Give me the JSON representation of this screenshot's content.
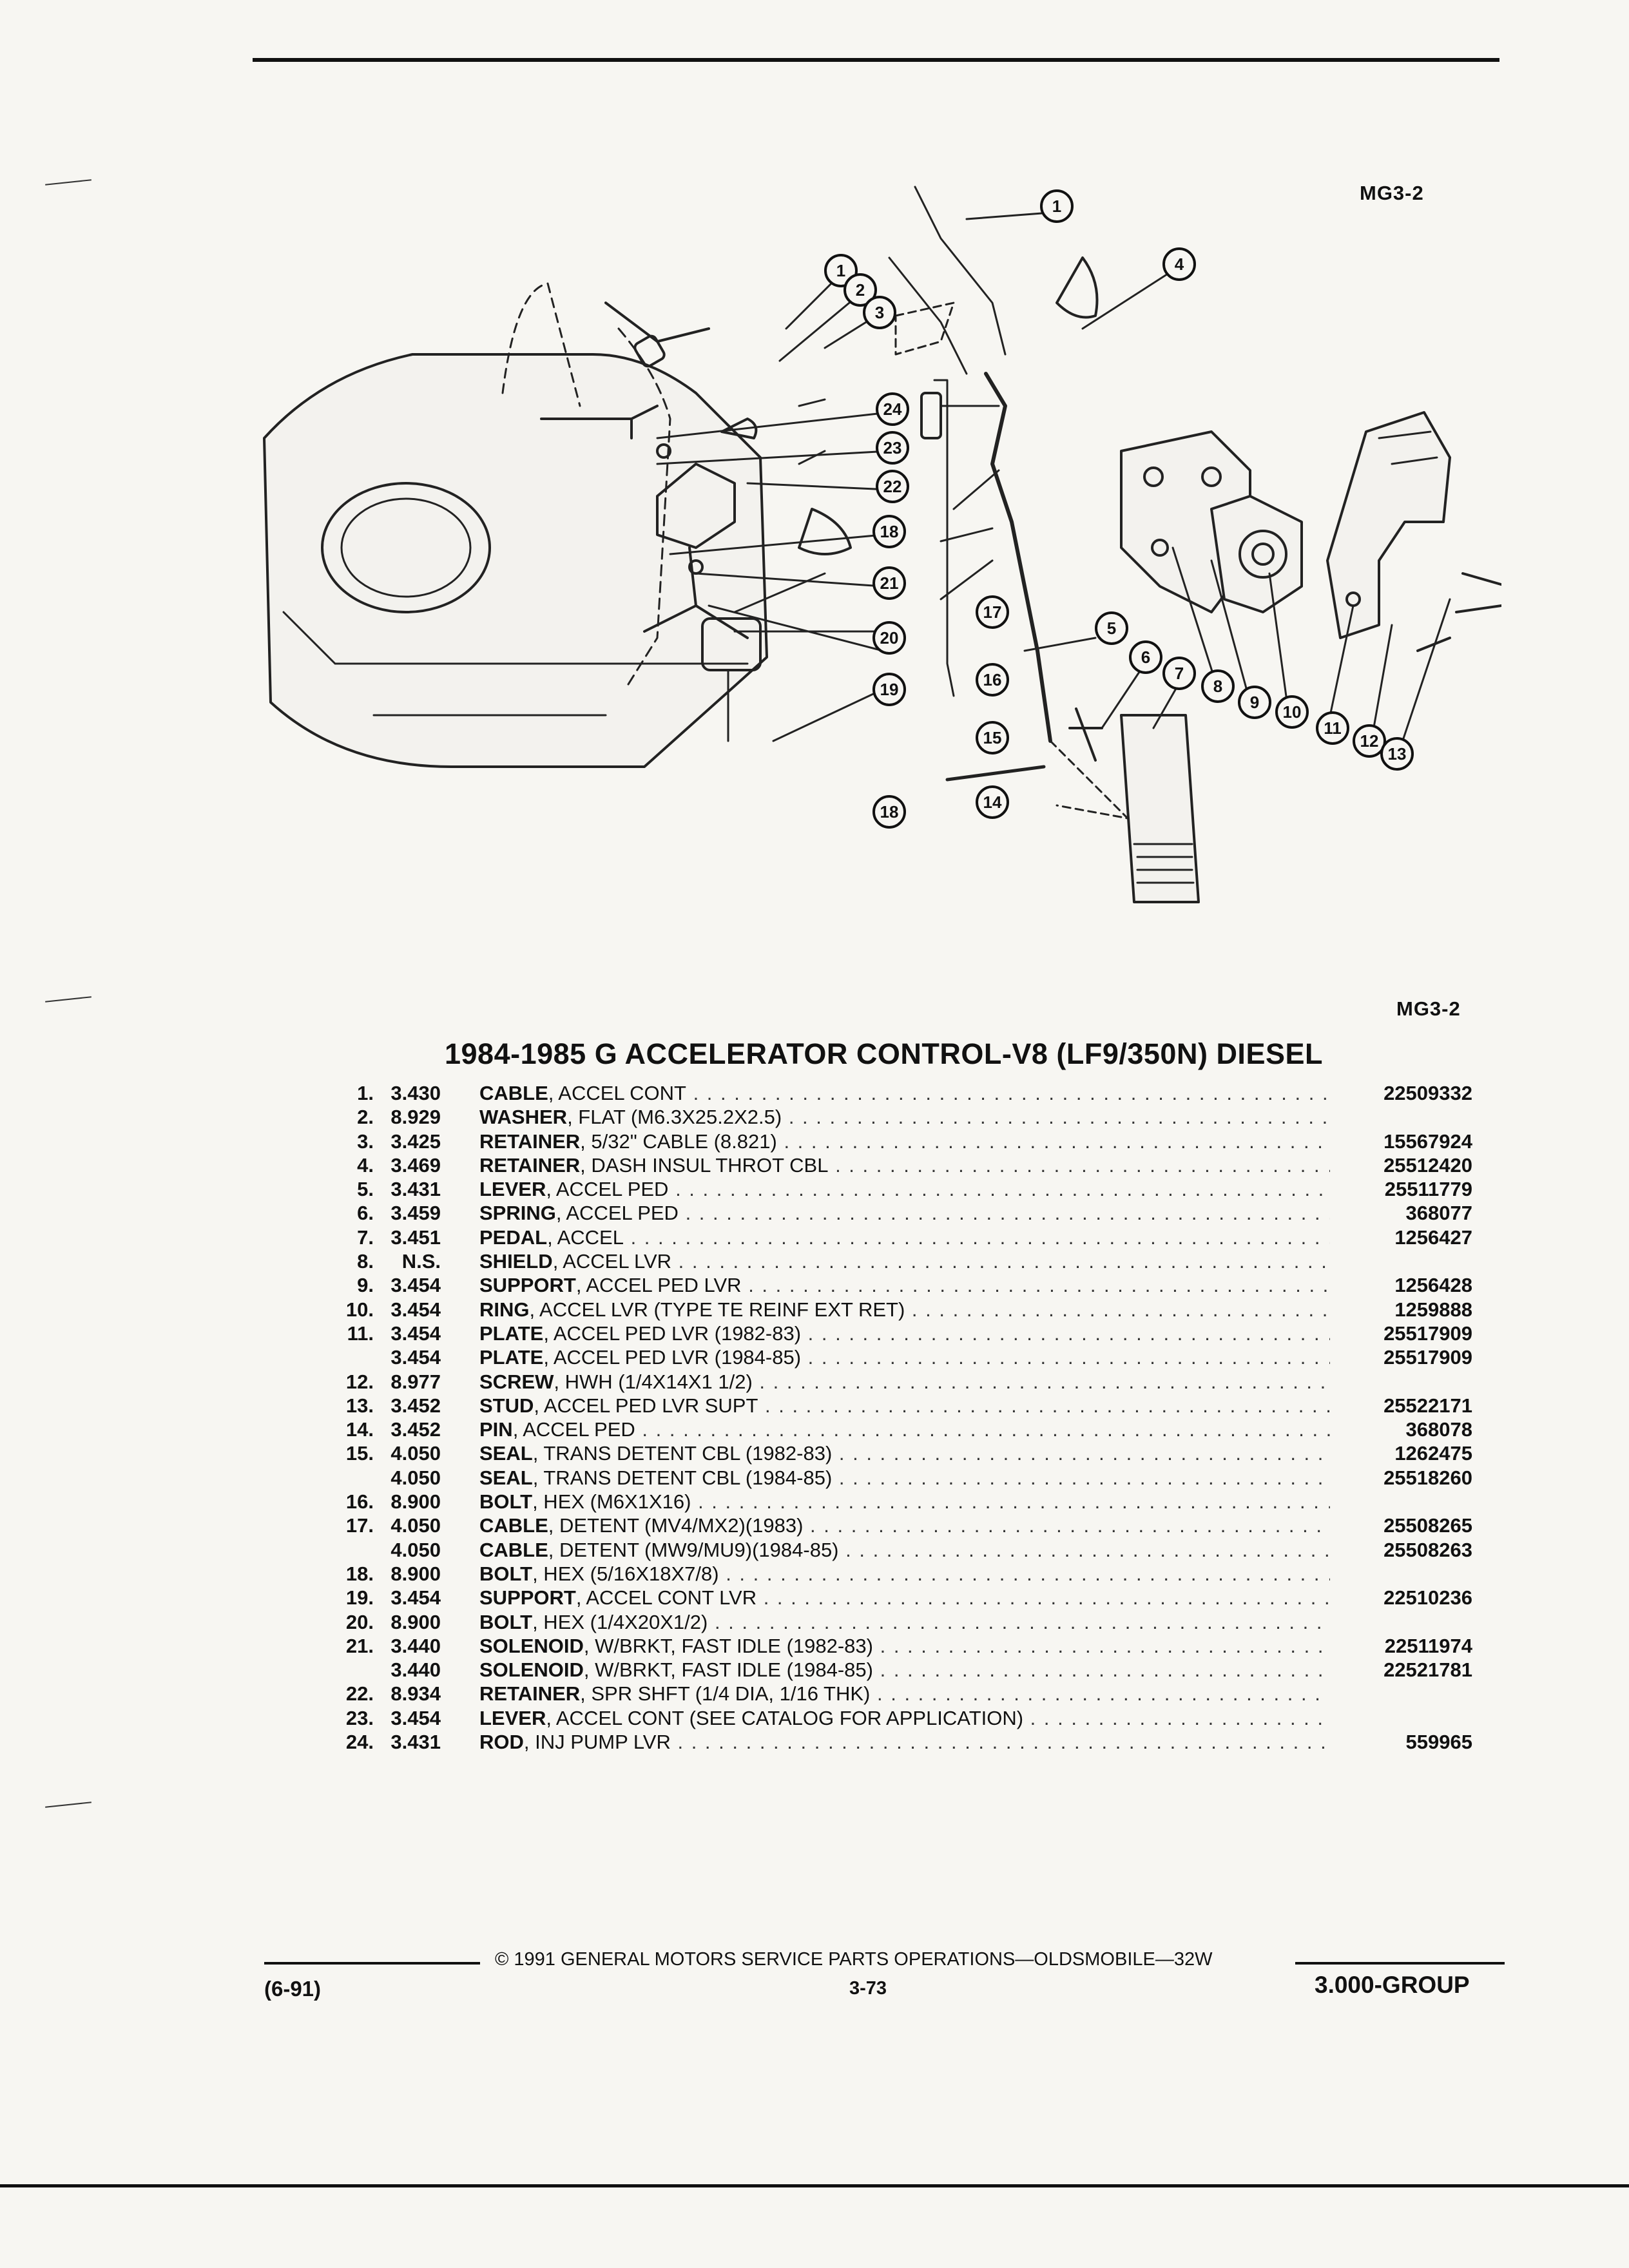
{
  "header": {
    "diagram_code": "MG3-2",
    "list_code": "MG3-2"
  },
  "diagram": {
    "callouts_left": [
      "1",
      "2",
      "3",
      "24",
      "23",
      "22",
      "18",
      "21",
      "20",
      "19",
      "18"
    ],
    "callouts_right": [
      "1",
      "4",
      "17",
      "16",
      "15",
      "14",
      "5",
      "6",
      "7",
      "8",
      "9",
      "10",
      "11",
      "12",
      "13"
    ]
  },
  "section": {
    "title": "1984-1985 G ACCELERATOR CONTROL-V8 (LF9/350N) DIESEL"
  },
  "parts": [
    {
      "ref": "1.",
      "cat": "3.430",
      "name": "CABLE",
      "detail": ", ACCEL CONT",
      "part_no": "22509332"
    },
    {
      "ref": "2.",
      "cat": "8.929",
      "name": "WASHER",
      "detail": ", FLAT (M6.3X25.2X2.5)",
      "part_no": ""
    },
    {
      "ref": "3.",
      "cat": "3.425",
      "name": "RETAINER",
      "detail": ", 5/32\" CABLE (8.821)",
      "part_no": "15567924"
    },
    {
      "ref": "4.",
      "cat": "3.469",
      "name": "RETAINER",
      "detail": ", DASH INSUL THROT CBL",
      "part_no": "25512420"
    },
    {
      "ref": "5.",
      "cat": "3.431",
      "name": "LEVER",
      "detail": ", ACCEL PED",
      "part_no": "25511779"
    },
    {
      "ref": "6.",
      "cat": "3.459",
      "name": "SPRING",
      "detail": ", ACCEL PED",
      "part_no": "368077"
    },
    {
      "ref": "7.",
      "cat": "3.451",
      "name": "PEDAL",
      "detail": ", ACCEL",
      "part_no": "1256427"
    },
    {
      "ref": "8.",
      "cat": "N.S.",
      "name": "SHIELD",
      "detail": ", ACCEL LVR",
      "part_no": ""
    },
    {
      "ref": "9.",
      "cat": "3.454",
      "name": "SUPPORT",
      "detail": ", ACCEL PED LVR",
      "part_no": "1256428"
    },
    {
      "ref": "10.",
      "cat": "3.454",
      "name": "RING",
      "detail": ", ACCEL LVR (TYPE TE REINF EXT RET)",
      "part_no": "1259888"
    },
    {
      "ref": "11.",
      "cat": "3.454",
      "name": "PLATE",
      "detail": ", ACCEL PED LVR (1982-83)",
      "part_no": "25517909"
    },
    {
      "ref": "",
      "cat": "3.454",
      "name": "PLATE",
      "detail": ", ACCEL PED LVR (1984-85)",
      "part_no": "25517909"
    },
    {
      "ref": "12.",
      "cat": "8.977",
      "name": "SCREW",
      "detail": ", HWH (1/4X14X1 1/2)",
      "part_no": ""
    },
    {
      "ref": "13.",
      "cat": "3.452",
      "name": "STUD",
      "detail": ", ACCEL PED LVR SUPT",
      "part_no": "25522171"
    },
    {
      "ref": "14.",
      "cat": "3.452",
      "name": "PIN",
      "detail": ", ACCEL PED",
      "part_no": "368078"
    },
    {
      "ref": "15.",
      "cat": "4.050",
      "name": "SEAL",
      "detail": ", TRANS DETENT CBL (1982-83)",
      "part_no": "1262475"
    },
    {
      "ref": "",
      "cat": "4.050",
      "name": "SEAL",
      "detail": ", TRANS DETENT CBL (1984-85)",
      "part_no": "25518260"
    },
    {
      "ref": "16.",
      "cat": "8.900",
      "name": "BOLT",
      "detail": ", HEX (M6X1X16)",
      "part_no": ""
    },
    {
      "ref": "17.",
      "cat": "4.050",
      "name": "CABLE",
      "detail": ", DETENT (MV4/MX2)(1983)",
      "part_no": "25508265"
    },
    {
      "ref": "",
      "cat": "4.050",
      "name": "CABLE",
      "detail": ", DETENT (MW9/MU9)(1984-85)",
      "part_no": "25508263"
    },
    {
      "ref": "18.",
      "cat": "8.900",
      "name": "BOLT",
      "detail": ", HEX (5/16X18X7/8)",
      "part_no": ""
    },
    {
      "ref": "19.",
      "cat": "3.454",
      "name": "SUPPORT",
      "detail": ", ACCEL CONT LVR",
      "part_no": "22510236"
    },
    {
      "ref": "20.",
      "cat": "8.900",
      "name": "BOLT",
      "detail": ", HEX (1/4X20X1/2)",
      "part_no": ""
    },
    {
      "ref": "21.",
      "cat": "3.440",
      "name": "SOLENOID",
      "detail": ", W/BRKT, FAST IDLE (1982-83)",
      "part_no": "22511974"
    },
    {
      "ref": "",
      "cat": "3.440",
      "name": "SOLENOID",
      "detail": ", W/BRKT, FAST IDLE (1984-85)",
      "part_no": "22521781"
    },
    {
      "ref": "22.",
      "cat": "8.934",
      "name": "RETAINER",
      "detail": ", SPR SHFT (1/4 DIA, 1/16 THK)",
      "part_no": ""
    },
    {
      "ref": "23.",
      "cat": "3.454",
      "name": "LEVER",
      "detail": ", ACCEL CONT (SEE CATALOG FOR APPLICATION)",
      "part_no": ""
    },
    {
      "ref": "24.",
      "cat": "3.431",
      "name": "ROD",
      "detail": ", INJ PUMP LVR",
      "part_no": "559965"
    }
  ],
  "footer": {
    "date_code": "(6-91)",
    "copyright": "© 1991 GENERAL MOTORS SERVICE PARTS OPERATIONS—OLDSMOBILE—32W",
    "page": "3-73",
    "group": "3.000-GROUP"
  }
}
